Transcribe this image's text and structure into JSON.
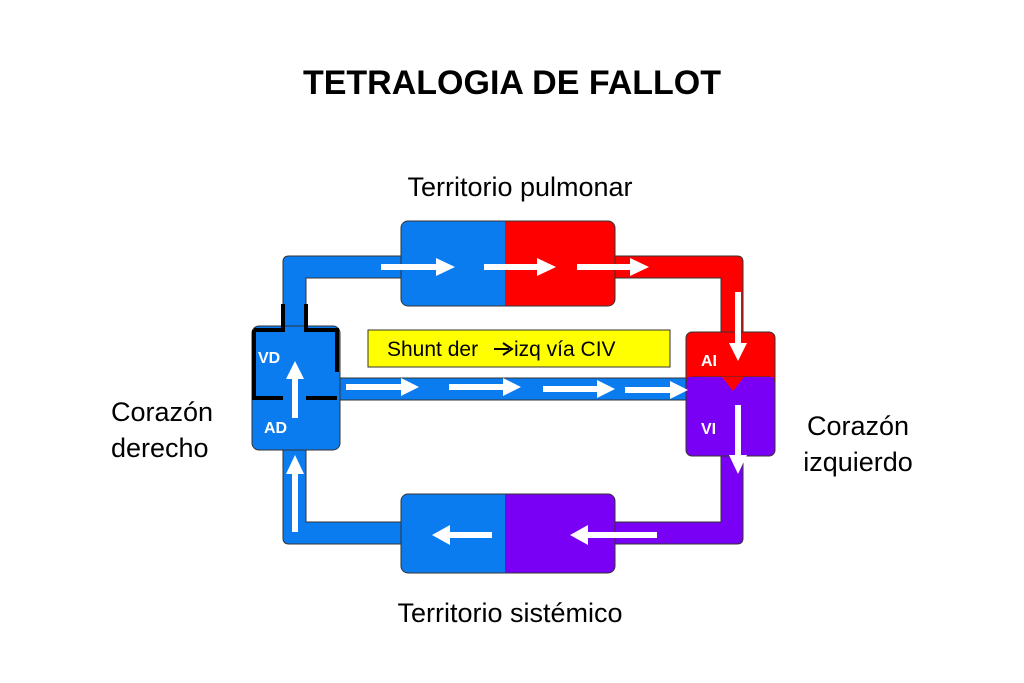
{
  "title": "TETRALOGIA DE FALLOT",
  "labels": {
    "pulmonary": "Territorio pulmonar",
    "systemic": "Territorio sistémico",
    "right_heart_line1": "Corazón",
    "right_heart_line2": "derecho",
    "left_heart_line1": "Corazón",
    "left_heart_line2": "izquierdo"
  },
  "shunt": {
    "before": "Shunt der",
    "after": "izq  vía CIV"
  },
  "chambers": {
    "rv": "VD",
    "ra": "AD",
    "la": "AI",
    "lv": "VI"
  },
  "colors": {
    "venous": "#0a7cf0",
    "arterial": "#ff0000",
    "systemic": "#7a00f5",
    "shunt_box": "#ffff00"
  }
}
